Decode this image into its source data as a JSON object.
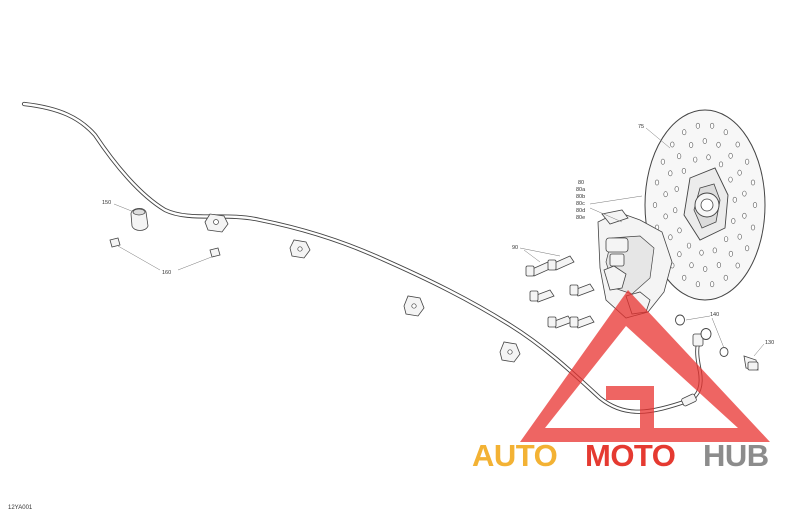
{
  "diagram": {
    "drawing_code": "12YA001",
    "callouts": [
      {
        "id": "c75",
        "text": "75"
      },
      {
        "id": "c80",
        "text": "80"
      },
      {
        "id": "c80a",
        "text": "80a"
      },
      {
        "id": "c80b",
        "text": "80b"
      },
      {
        "id": "c80c",
        "text": "80c"
      },
      {
        "id": "c80d",
        "text": "80d"
      },
      {
        "id": "c80e",
        "text": "80e"
      },
      {
        "id": "c90",
        "text": "90"
      },
      {
        "id": "c140",
        "text": "140"
      },
      {
        "id": "c130",
        "text": "130"
      },
      {
        "id": "c150",
        "text": "150"
      },
      {
        "id": "c160",
        "text": "160"
      }
    ]
  },
  "watermark": {
    "part1": "AUTO",
    "part2": "MOTO",
    "part3": "HUB",
    "colors": {
      "triangle": "#e8322f",
      "auto": "#f3b234",
      "moto": "#e53a31",
      "hub": "#8c8c8c"
    }
  }
}
